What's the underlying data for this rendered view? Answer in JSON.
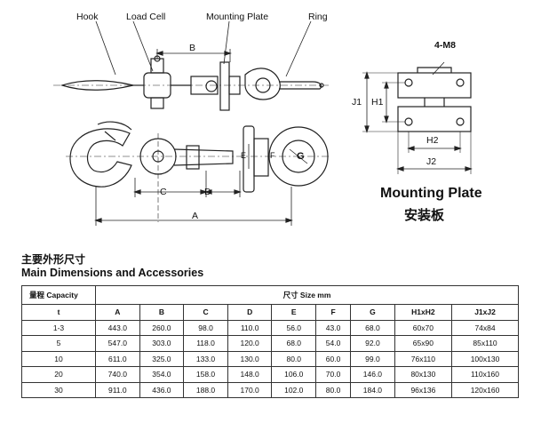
{
  "callouts": {
    "hook": "Hook",
    "load_cell": "Load Cell",
    "mounting_plate": "Mounting Plate",
    "ring": "Ring",
    "four_m8": "4-M8"
  },
  "dimension_letters": {
    "b": "B",
    "c": "C",
    "d": "D",
    "a": "A",
    "e": "E",
    "f": "F",
    "g": "G",
    "j1": "J1",
    "h1": "H1",
    "h2": "H2",
    "j2": "J2"
  },
  "mounting_plate": {
    "title": "Mounting Plate",
    "subtitle": "安装板"
  },
  "section": {
    "title_cn": "主要外形尺寸",
    "title_en": "Main Dimensions and Accessories"
  },
  "table": {
    "capacity_header": "量程 Capacity",
    "size_header": "尺寸 Size mm",
    "unit": "t",
    "columns": [
      "A",
      "B",
      "C",
      "D",
      "E",
      "F",
      "G",
      "H1xH2",
      "J1xJ2"
    ],
    "rows": [
      {
        "capacity": "1-3",
        "values": [
          "443.0",
          "260.0",
          "98.0",
          "110.0",
          "56.0",
          "43.0",
          "68.0",
          "60x70",
          "74x84"
        ]
      },
      {
        "capacity": "5",
        "values": [
          "547.0",
          "303.0",
          "118.0",
          "120.0",
          "68.0",
          "54.0",
          "92.0",
          "65x90",
          "85x110"
        ]
      },
      {
        "capacity": "10",
        "values": [
          "611.0",
          "325.0",
          "133.0",
          "130.0",
          "80.0",
          "60.0",
          "99.0",
          "76x110",
          "100x130"
        ]
      },
      {
        "capacity": "20",
        "values": [
          "740.0",
          "354.0",
          "158.0",
          "148.0",
          "106.0",
          "70.0",
          "146.0",
          "80x130",
          "110x160"
        ]
      },
      {
        "capacity": "30",
        "values": [
          "911.0",
          "436.0",
          "188.0",
          "170.0",
          "102.0",
          "80.0",
          "184.0",
          "96x136",
          "120x160"
        ]
      }
    ]
  }
}
